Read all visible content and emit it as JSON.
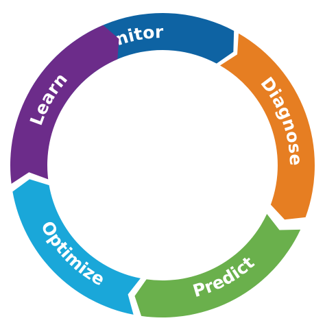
{
  "diagram": {
    "type": "cycle",
    "background": "#ffffff",
    "segments": [
      {
        "label": "Monitor",
        "color": "#0e63a3"
      },
      {
        "label": "Diagnose",
        "color": "#e67e22"
      },
      {
        "label": "Predict",
        "color": "#6ab04c"
      },
      {
        "label": "Optimize",
        "color": "#1aa7d9"
      },
      {
        "label": "Learn",
        "color": "#6c2c8a"
      }
    ]
  }
}
